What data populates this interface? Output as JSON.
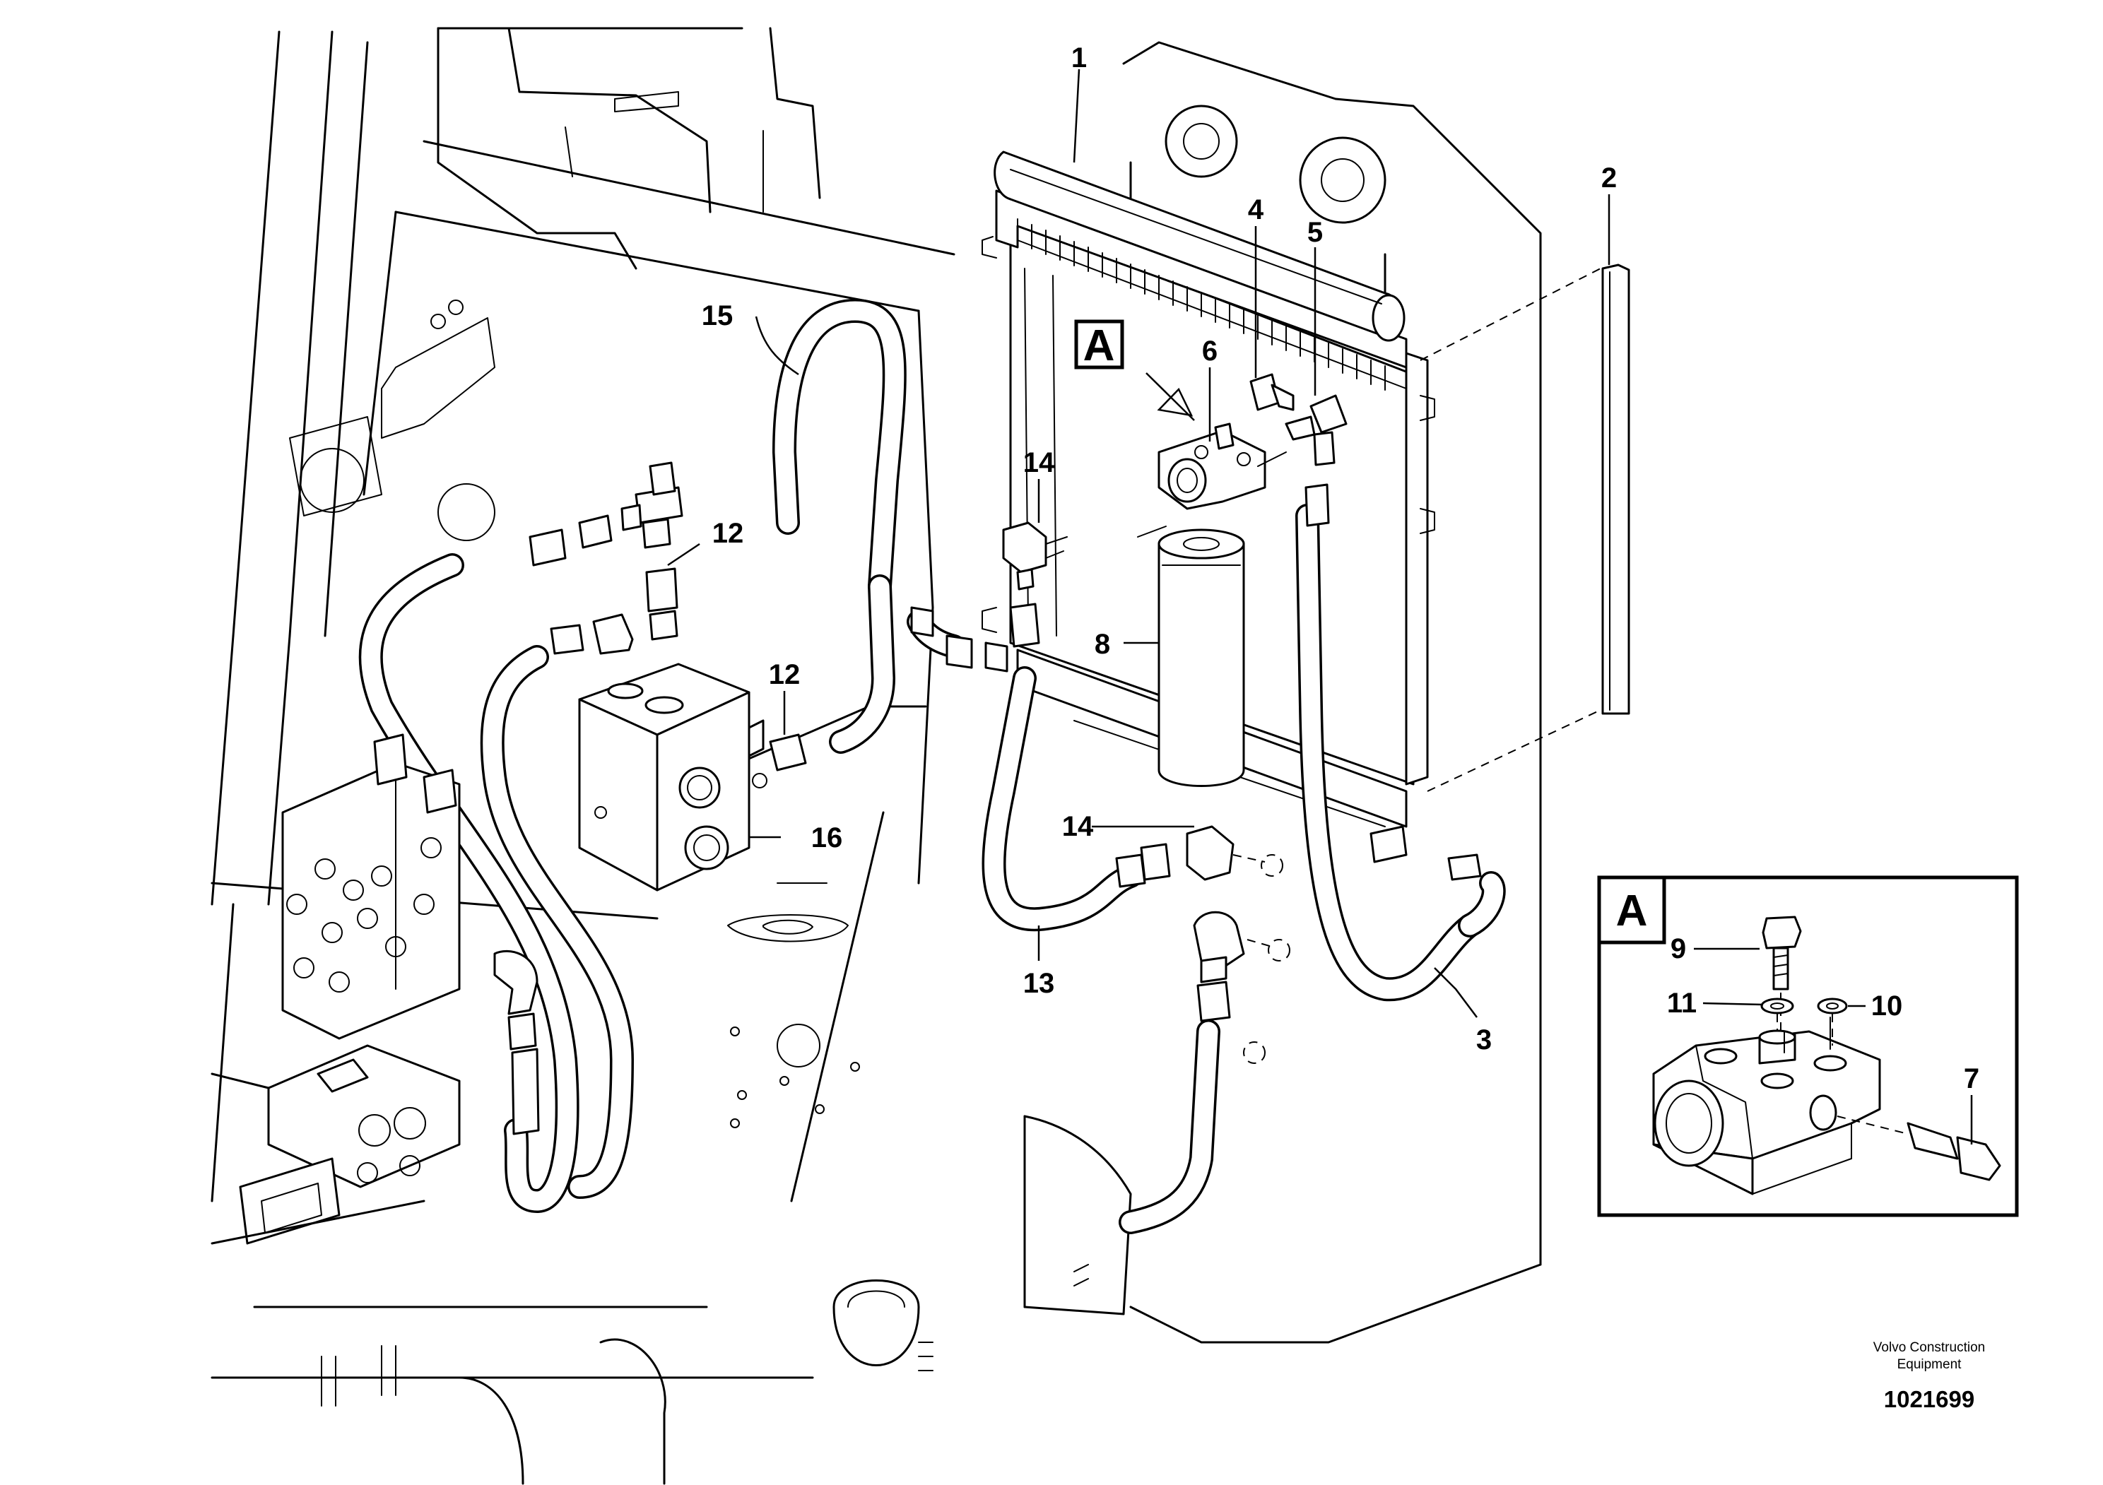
{
  "callouts": {
    "c1": "1",
    "c2": "2",
    "c3": "3",
    "c4": "4",
    "c5": "5",
    "c6": "6",
    "c8": "8",
    "c12a": "12",
    "c12b": "12",
    "c13": "13",
    "c14a": "14",
    "c14b": "14",
    "c15": "15",
    "c16": "16"
  },
  "view_marker": "A",
  "detail": {
    "marker": "A",
    "callouts": {
      "c7": "7",
      "c9": "9",
      "c10": "10",
      "c11": "11"
    }
  },
  "footer": {
    "brand_line1": "Volvo Construction",
    "brand_line2": "Equipment",
    "doc_number": "1021699"
  }
}
